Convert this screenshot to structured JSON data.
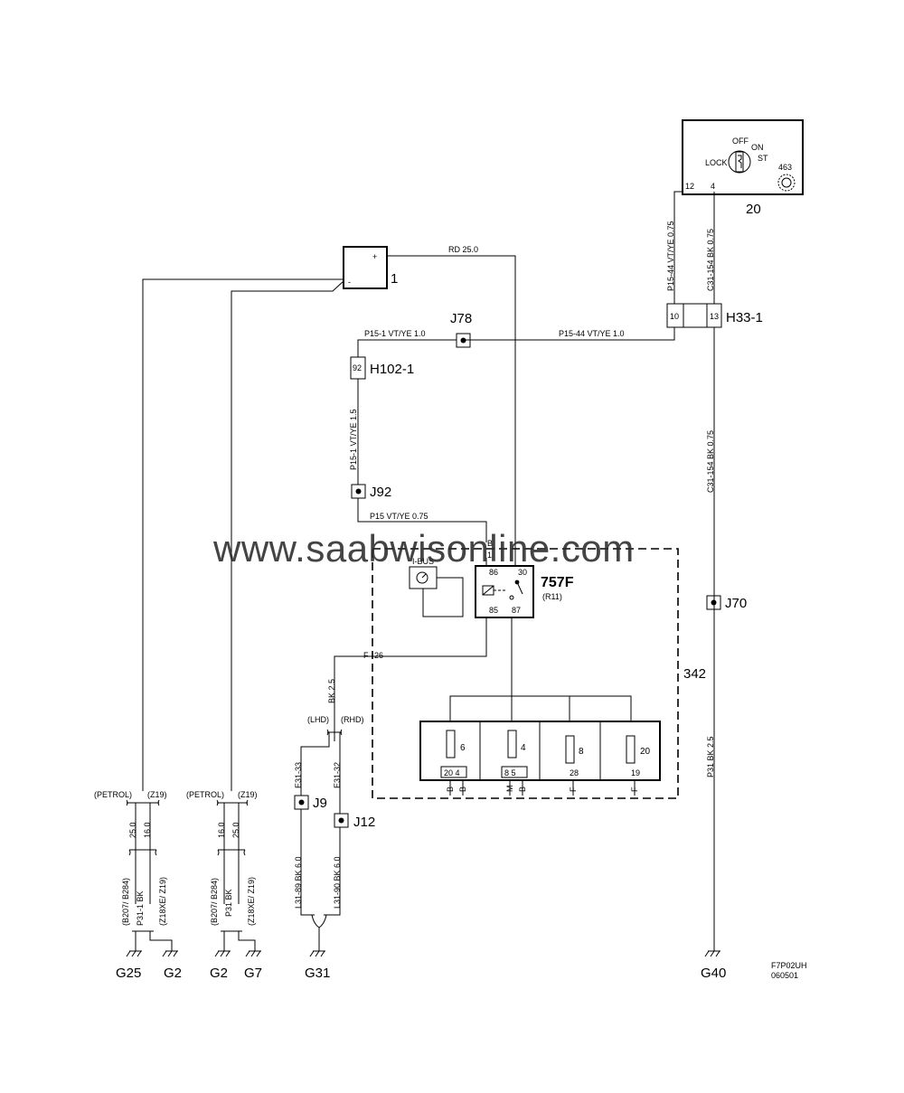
{
  "components": {
    "ignition_switch": {
      "id": "20",
      "lock": "LOCK",
      "off": "OFF",
      "on": "ON",
      "st": "ST",
      "code": "463",
      "pin_a": "12",
      "pin_b": "4"
    },
    "battery": {
      "id": "1",
      "plus": "+",
      "minus": "-"
    },
    "connector_h33": {
      "id": "H33-1",
      "pin_a": "10",
      "pin_b": "13"
    },
    "connector_h102": {
      "id": "H102-1",
      "pin": "92"
    },
    "splices": {
      "j78": "J78",
      "j92": "J92",
      "j70": "J70",
      "j9": "J9",
      "j12": "J12"
    },
    "relay": {
      "id": "757F",
      "sub": "(R11)",
      "p86": "86",
      "p30": "30",
      "p85": "85",
      "p87": "87"
    },
    "ibus": "I-BUS",
    "fusebox": {
      "id": "342",
      "pin_b": "B",
      "pin_1": "1",
      "pin_f": "F",
      "pin_26": "26"
    },
    "fuses": [
      {
        "num": "6",
        "pins": "20  4",
        "codes": "B  B"
      },
      {
        "num": "4",
        "pins": "8  5",
        "codes": "M  B"
      },
      {
        "num": "8",
        "pins": "28",
        "codes": "F"
      },
      {
        "num": "20",
        "pins": "19",
        "codes": "F"
      }
    ]
  },
  "wires": {
    "rd": "RD  25.0",
    "p15_44_top": "P15-44  VT/YE  0.75",
    "c31_154_top": "C31-154  BK  0.75",
    "p15_1_h": "P15-1  VT/YE 1.0",
    "p15_44_h": "P15-44  VT/YE  1.0",
    "p15_1_v": "P15-1 VT/YE  1.5",
    "p15": "P15  VT/YE    0.75",
    "c31_154_v": "C31-154  BK  0.75",
    "p31_25": "P31  BK  2.5",
    "bk_25": "BK   2.5",
    "lhd": "(LHD)",
    "rhd": "(RHD)",
    "e31_33": "E31-33",
    "e31_32": "E31-32",
    "l31_89": "L31-89  BK  6.0",
    "l31_90": "L31-90  BK  6.0"
  },
  "ground_groups": {
    "g25": {
      "petrol": "(PETROL)",
      "z19": "(Z19)",
      "v1": "25.0",
      "v2": "16.0",
      "wire": "P31-1  BK",
      "engine_a": "(B207/ B284)",
      "engine_b": "(Z18XE/ Z19)"
    },
    "g2": {
      "petrol": "(PETROL)",
      "z19": "(Z19)",
      "v1": "16.0",
      "v2": "25.0",
      "wire": "P31  BK",
      "engine_a": "(B207/ B284)",
      "engine_b": "(Z18XE/ Z19)"
    }
  },
  "grounds": {
    "g25": "G25",
    "g2a": "G2",
    "g2b": "G2",
    "g7": "G7",
    "g31": "G31",
    "g40": "G40"
  },
  "footer": {
    "code": "F7P02UH",
    "date": "060501"
  },
  "watermark": "www.saabwisonline.com"
}
